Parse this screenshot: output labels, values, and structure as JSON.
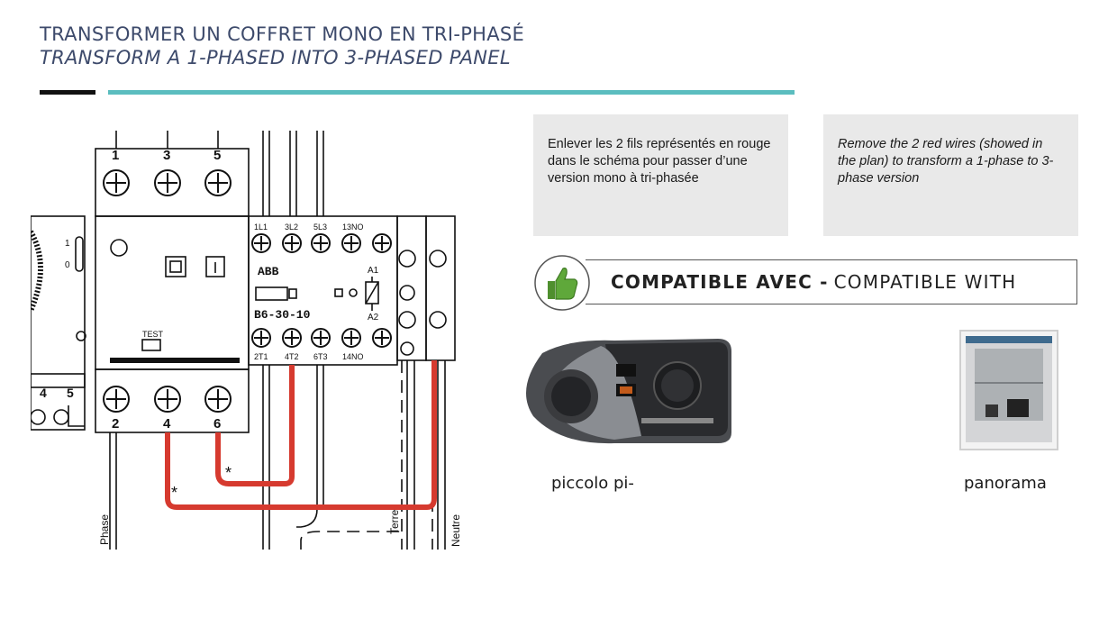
{
  "header": {
    "title_fr": "TRANSFORMER UN COFFRET MONO EN TRI-PHASÉ",
    "title_en": "TRANSFORM A 1-PHASED INTO 3-PHASED PANEL"
  },
  "diagram": {
    "top_terminals": [
      "1",
      "3",
      "5"
    ],
    "bottom_terminals": [
      "2",
      "4",
      "6"
    ],
    "contactor_top": [
      "1L1",
      "3L2",
      "5L3",
      "13NO"
    ],
    "contactor_bottom": [
      "2T1",
      "4T2",
      "6T3",
      "14NO"
    ],
    "brand": "ABB",
    "model": "B6-30-10",
    "coil_a1": "A1",
    "coil_a2": "A2",
    "test_label": "TEST",
    "timer_marks": [
      "1",
      "0"
    ],
    "relay_marks": [
      "4",
      "5"
    ],
    "asterisk": "*",
    "wire_labels": {
      "phase": "Phase",
      "terre": "Terre",
      "neutre": "Neutre"
    },
    "wire_color": "#d63a2f"
  },
  "info": {
    "fr": "Enlever les 2 fils représentés en rouge dans le schéma pour passer d’une version mono à tri-phasée",
    "en": "Remove the 2 red wires (showed in the plan) to transform a 1-phase to 3-phase version"
  },
  "compat": {
    "bold": "COMPATIBLE AVEC -",
    "light": "COMPATIBLE WITH"
  },
  "products": [
    {
      "name": "piccolo pi-"
    },
    {
      "name": "panorama"
    }
  ],
  "colors": {
    "accent_teal": "#5bbdbf",
    "thumb_green": "#5fa83a",
    "title": "#3d4a6b"
  }
}
